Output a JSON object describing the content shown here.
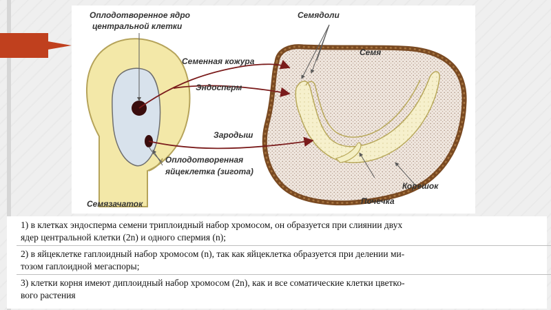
{
  "figure": {
    "labels": {
      "central_nucleus": [
        "Оплодотворенное ядро",
        "центральной клетки"
      ],
      "cotyledons": "Семядоли",
      "seed": "Семя",
      "seed_coat": "Семенная кожура",
      "endosperm": "Эндосперм",
      "embryo": "Зародыш",
      "zygote": [
        "Оплодотворенная",
        "яйцеклетка (зигота)"
      ],
      "ovule": "Семязачаток",
      "radicle": "Корешок",
      "plumule": "Почечка"
    }
  },
  "answers": {
    "p1": [
      "1) в клетках эндосперма семени триплоидный набор хромосом, он образуется при слиянии двух",
      "ядер центральной клетки (2n) и одного спермия (n);"
    ],
    "p2": [
      "2) в яйцеклетке гаплоидный набор хромосом (n), так как яйцеклетка образуется при делении ми-",
      "тозом гаплоидной мегаспоры;"
    ],
    "p3": [
      "3) клетки корня имеют диплоидный набор хромосом (2n), как и все соматические клетки цветко-",
      "вого растения"
    ]
  },
  "colors": {
    "accent_red": "#c0401e",
    "ovule_fill": "#f3e8a8",
    "embryo_sac": "#d8e2ec",
    "seed_coat": "#8a5a2e",
    "endosperm": "#e6dcd3",
    "embryo": "#f4efc4"
  }
}
